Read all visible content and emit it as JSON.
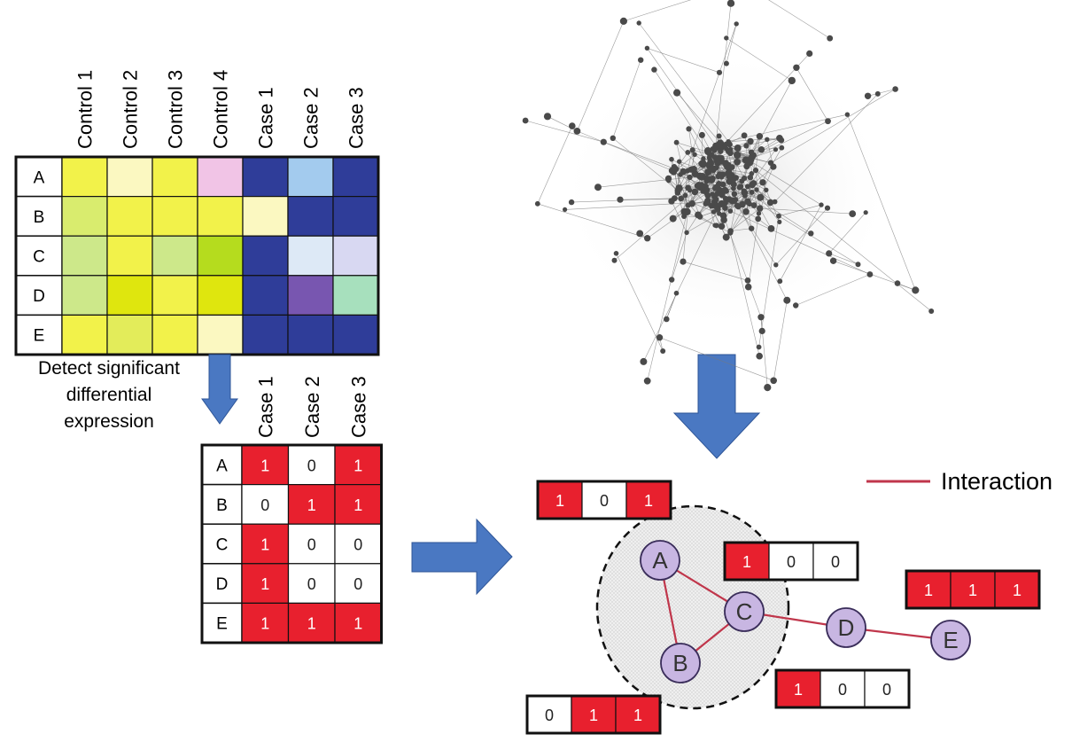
{
  "expression_matrix": {
    "columns": [
      "Control 1",
      "Control 2",
      "Control 3",
      "Control 4",
      "Case 1",
      "Case 2",
      "Case 3"
    ],
    "rows": [
      {
        "label": "A",
        "colors": [
          "#f2f24a",
          "#fbf8c1",
          "#f2f24a",
          "#f1c4e6",
          "#2f3d99",
          "#a3cbee",
          "#2f3d99"
        ]
      },
      {
        "label": "B",
        "colors": [
          "#d9ec6e",
          "#f2f24a",
          "#f2f24a",
          "#f2f24a",
          "#fbf8c1",
          "#2f3d99",
          "#2f3d99"
        ]
      },
      {
        "label": "C",
        "colors": [
          "#cde88a",
          "#f2f24a",
          "#cde88a",
          "#b5dc1e",
          "#2f3d99",
          "#dde9f6",
          "#d8d8f2"
        ]
      },
      {
        "label": "D",
        "colors": [
          "#cde88a",
          "#dfe60e",
          "#f2f24a",
          "#dfe60e",
          "#2f3d99",
          "#7856b0",
          "#a7e0bd"
        ]
      },
      {
        "label": "E",
        "colors": [
          "#f2f24a",
          "#e3ec5a",
          "#f2f24a",
          "#fbf8c1",
          "#2f3d99",
          "#2f3d99",
          "#2f3d99"
        ]
      }
    ]
  },
  "step_label": [
    "Detect significant",
    "differential",
    "expression"
  ],
  "binary_matrix": {
    "columns": [
      "Case 1",
      "Case 2",
      "Case 3"
    ],
    "rows": [
      {
        "label": "A",
        "values": [
          1,
          0,
          1
        ]
      },
      {
        "label": "B",
        "values": [
          0,
          1,
          1
        ]
      },
      {
        "label": "C",
        "values": [
          1,
          0,
          0
        ]
      },
      {
        "label": "D",
        "values": [
          1,
          0,
          0
        ]
      },
      {
        "label": "E",
        "values": [
          1,
          1,
          1
        ]
      }
    ]
  },
  "legend": {
    "label": "Interaction",
    "color": "#c0364b"
  },
  "network": {
    "nodes": [
      {
        "id": "A",
        "label": "A"
      },
      {
        "id": "B",
        "label": "B"
      },
      {
        "id": "C",
        "label": "C"
      },
      {
        "id": "D",
        "label": "D"
      },
      {
        "id": "E",
        "label": "E"
      }
    ],
    "edges": [
      [
        "A",
        "C"
      ],
      [
        "A",
        "B"
      ],
      [
        "B",
        "C"
      ],
      [
        "C",
        "D"
      ],
      [
        "D",
        "E"
      ]
    ],
    "node_vectors": {
      "A": [
        1,
        0,
        1
      ],
      "B": [
        0,
        1,
        1
      ],
      "C": [
        1,
        0,
        0
      ],
      "D": [
        1,
        0,
        0
      ],
      "E": [
        1,
        1,
        1
      ]
    }
  },
  "colors": {
    "active": "#e8202e",
    "arrow": "#4a78c2",
    "node_fill": "#c8b6e2",
    "node_stroke": "#3a2d5a"
  }
}
